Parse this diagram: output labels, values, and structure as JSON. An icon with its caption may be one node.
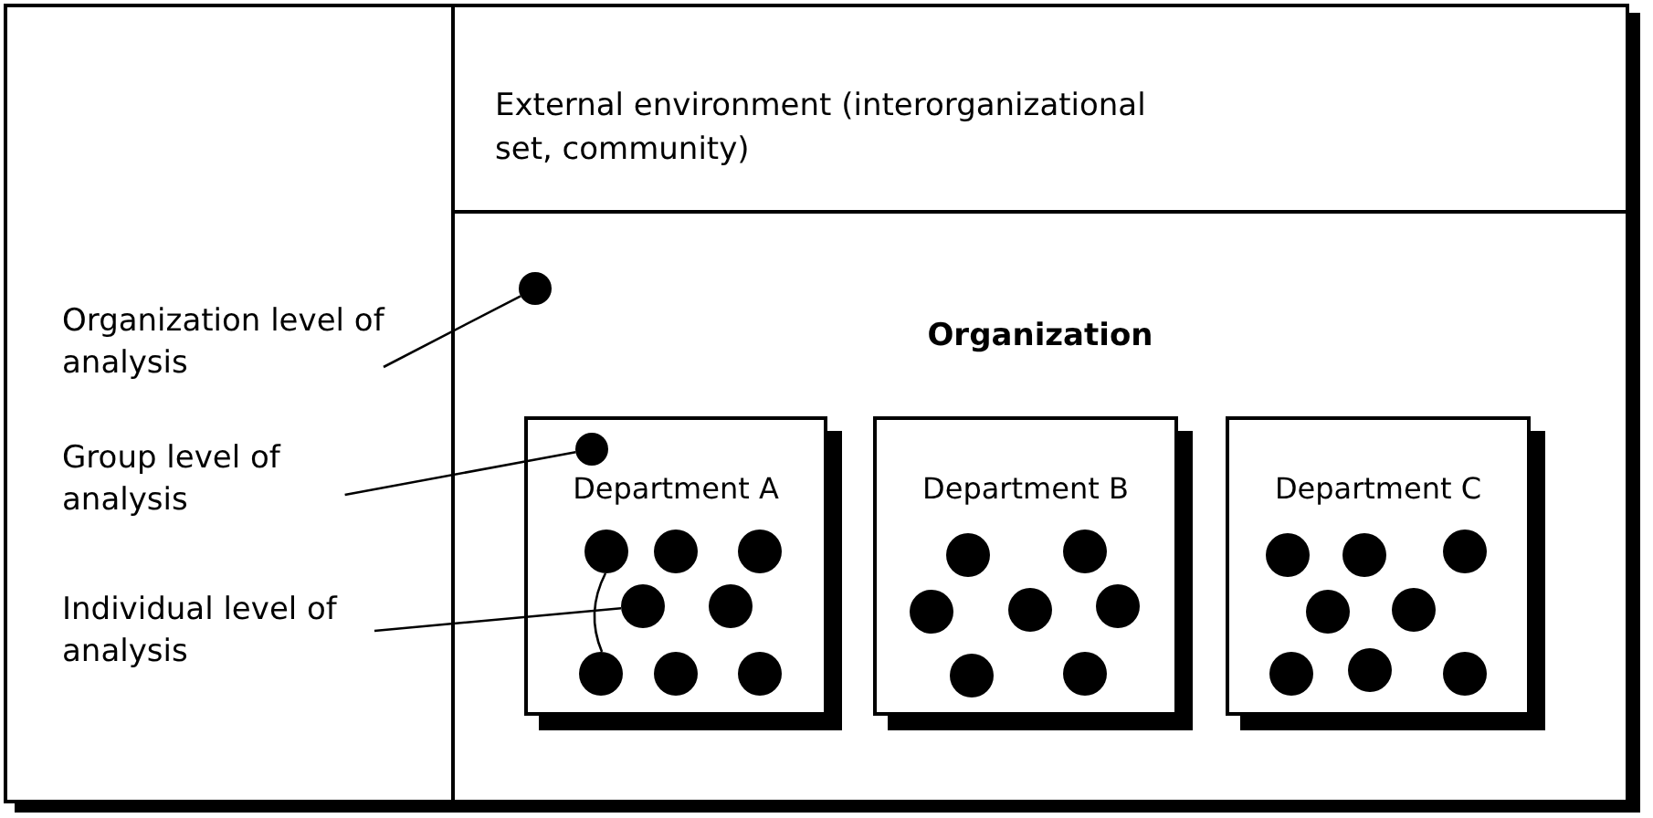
{
  "diagram": {
    "nodes": [
      {
        "text": [
          "Organization level of analysis"
        ]
      },
      {
        "text": [
          "Group level of analysis"
        ]
      },
      {
        "text": [
          "Individual level of analysis"
        ]
      },
      {
        "text": [
          "External environment (interorganizational set, community)"
        ]
      },
      {
        "text": [
          "Organization"
        ]
      },
      {
        "text": [],
        "shape": "circle",
        "in": 4
      },
      {
        "text": [
          "Department A"
        ],
        "in": 4
      },
      {
        "text": [],
        "shape": "circle",
        "in": 6
      },
      {
        "text": [],
        "shape": "circle",
        "in": 6
      },
      {
        "text": [],
        "shape": "circle",
        "in": 6
      },
      {
        "text": [],
        "shape": "circle",
        "in": 6
      },
      {
        "text": [],
        "shape": "circle",
        "in": 6
      },
      {
        "text": [],
        "shape": "circle",
        "in": 6
      },
      {
        "text": [],
        "shape": "circle",
        "in": 6
      },
      {
        "text": [],
        "shape": "circle",
        "in": 6
      },
      {
        "text": [],
        "shape": "circle",
        "in": 6
      },
      {
        "text": [
          "Department B"
        ],
        "in": 4
      },
      {
        "text": [],
        "shape": "circle",
        "in": 16
      },
      {
        "text": [],
        "shape": "circle",
        "in": 16
      },
      {
        "text": [],
        "shape": "circle",
        "in": 16
      },
      {
        "text": [],
        "shape": "circle",
        "in": 16
      },
      {
        "text": [],
        "shape": "circle",
        "in": 16
      },
      {
        "text": [],
        "shape": "circle",
        "in": 16
      },
      {
        "text": [],
        "shape": "circle",
        "in": 16
      },
      {
        "text": [
          "Department C"
        ],
        "in": 4
      },
      {
        "text": [],
        "shape": "circle",
        "in": 24
      },
      {
        "text": [],
        "shape": "circle",
        "in": 24
      },
      {
        "text": [],
        "shape": "circle",
        "in": 24
      },
      {
        "text": [],
        "shape": "circle",
        "in": 24
      },
      {
        "text": [],
        "shape": "circle",
        "in": 24
      },
      {
        "text": [],
        "shape": "circle",
        "in": 24
      },
      {
        "text": [],
        "shape": "circle",
        "in": 24
      },
      {
        "text": [],
        "shape": "circle",
        "in": 24
      }
    ],
    "edges": [
      {
        "from": 0,
        "to": 5,
        "arrow": "none"
      },
      {
        "from": 1,
        "to": 7,
        "arrow": "none"
      },
      {
        "from": 2,
        "to": 11,
        "arrow": "none"
      },
      {
        "from": 8,
        "to": 13,
        "arrow": "none"
      }
    ]
  }
}
